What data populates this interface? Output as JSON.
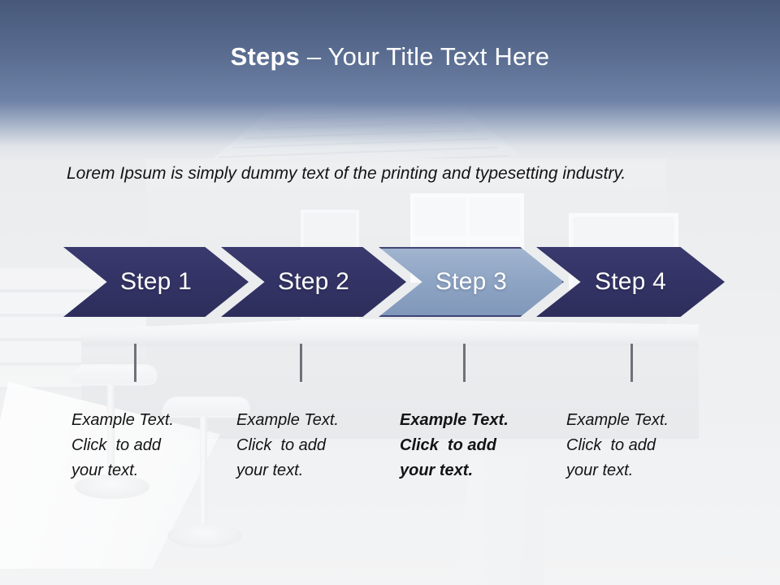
{
  "slide": {
    "title": {
      "bold_part": "Steps",
      "rest_part": " – Your Title Text Here"
    },
    "body_text": "Lorem Ipsum is simply dummy text of the printing and typesetting industry.",
    "colors": {
      "header_gradient_top": "#47587a",
      "header_gradient_bottom": "#6e81a6",
      "chevron_dark": "#333366",
      "chevron_highlight": "#8fa5c4",
      "tick_color": "#6e7277",
      "title_text": "#ffffff",
      "body_text": "#141414"
    },
    "steps": [
      {
        "label": "Step 1",
        "highlighted": false,
        "caption_lines": [
          "Example Text.",
          "Click  to add",
          "your text."
        ]
      },
      {
        "label": "Step 2",
        "highlighted": false,
        "caption_lines": [
          "Example Text.",
          "Click  to add",
          "your text."
        ]
      },
      {
        "label": "Step 3",
        "highlighted": true,
        "caption_lines": [
          "Example Text.",
          "Click  to add",
          "your text."
        ]
      },
      {
        "label": "Step 4",
        "highlighted": false,
        "caption_lines": [
          "Example Text.",
          "Click  to add",
          "your text."
        ]
      }
    ]
  }
}
